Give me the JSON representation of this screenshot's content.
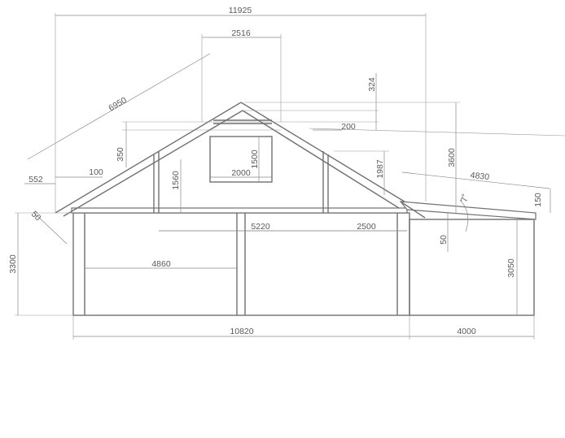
{
  "dimensions": {
    "overall_width": "11925",
    "ridge_width": "2516",
    "rafter_length": "6950",
    "overhang": "552",
    "eave_offset": "100",
    "eave_thickness": "50",
    "gable_offset": "350",
    "window_height_offset": "1560",
    "window_width": "2000",
    "window_height": "1500",
    "ridge_rise": "324",
    "ridge_gap": "200",
    "roof_height": "3600",
    "right_pitch_rise": "1987",
    "annex_roof_length": "4830",
    "annex_roof_angle": "7°",
    "annex_edge": "150",
    "annex_gap": "50",
    "wall_height": "3300",
    "inner_span": "4860",
    "mid_span": "5220",
    "right_span": "2500",
    "annex_wall_height": "3050",
    "main_length": "10820",
    "annex_length": "4000"
  },
  "colors": {
    "lines": "#707070",
    "dimension_lines": "#8a8a8a",
    "text": "#5a5a5a",
    "background": "#ffffff"
  }
}
